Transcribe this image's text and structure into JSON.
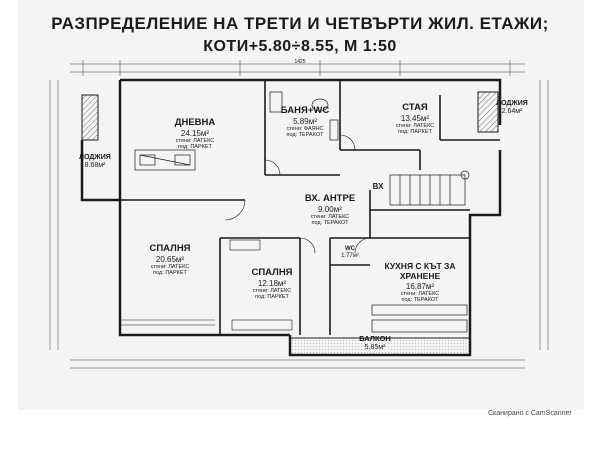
{
  "title": {
    "line1": "РАЗПРЕДЕЛЕНИЕ НА ТРЕТИ И ЧЕТВЪРТИ ЖИЛ. ЕТАЖИ;",
    "line2": "КОТИ+5.80÷8.55, М 1:50"
  },
  "rooms": [
    {
      "key": "dnevna",
      "name": "ДНЕВНА",
      "area": "24.15м²",
      "walls": "стени: ЛАТЕКС",
      "floor": "под: ПАРКЕТ"
    },
    {
      "key": "bath",
      "name": "БАНЯ+WC",
      "area": "5.89м²",
      "walls": "стени: ФАЯНС",
      "floor": "под: ТЕРАКОТ"
    },
    {
      "key": "staya",
      "name": "СТАЯ",
      "area": "13.45м²",
      "walls": "стени: ЛАТЕКС",
      "floor": "под: ПАРКЕТ"
    },
    {
      "key": "lodzhia-right",
      "name": "ЛОДЖИЯ",
      "area": "2.64м²"
    },
    {
      "key": "lodzhia-left",
      "name": "ЛОДЖИЯ",
      "area": "8.68м²"
    },
    {
      "key": "antre",
      "name": "ВХ. АНТРЕ",
      "area": "9.00м²",
      "walls": "стени: ЛАТЕКС",
      "floor": "под: ТЕРАКОТ"
    },
    {
      "key": "spalnya-big",
      "name": "СПАЛНЯ",
      "area": "20.65м²",
      "walls": "стени: ЛАТЕКС",
      "floor": "под: ПАРКЕТ"
    },
    {
      "key": "spalnya-small",
      "name": "СПАЛНЯ",
      "area": "12.18м²",
      "walls": "стени: ЛАТЕКС",
      "floor": "под: ПАРКЕТ"
    },
    {
      "key": "kitchen",
      "name": "КУХНЯ С КЪТ ЗА ХРАНЕНЕ",
      "area": "16.87м²",
      "walls": "стени: ЛАТЕКС",
      "floor": "под: ТЕРАКОТ"
    },
    {
      "key": "balkon",
      "name": "БАЛКОН",
      "area": "5.85м²"
    },
    {
      "key": "wc",
      "name": "WC",
      "area": "1.77м²"
    }
  ],
  "labels": {
    "entrance": "ВХ",
    "dimension_top": "1425"
  },
  "footer": {
    "scanner_text": "Сканирано с CamScanner"
  },
  "colors": {
    "line": "#1a1a1a",
    "hatch": "#555555",
    "paper": "#f4f4f2"
  }
}
